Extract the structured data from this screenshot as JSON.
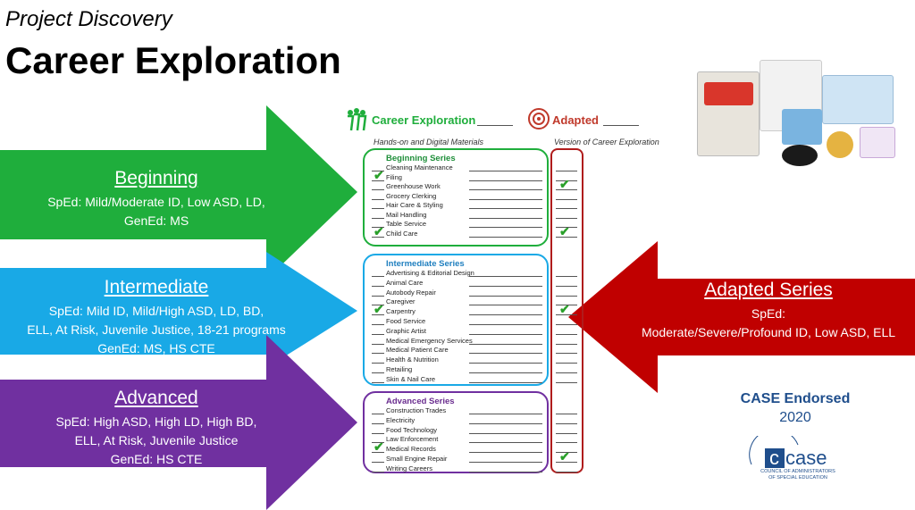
{
  "header": {
    "subtitle": "Project Discovery",
    "title": "Career Exploration"
  },
  "arrows": {
    "beginning": {
      "heading": "Beginning",
      "lines": [
        "SpEd: Mild/Moderate ID, Low ASD, LD,",
        "GenEd: MS"
      ],
      "color": "#1fae3c"
    },
    "intermediate": {
      "heading": "Intermediate",
      "lines": [
        "SpEd: Mild ID, Mild/High ASD, LD, BD,",
        "ELL, At Risk, Juvenile Justice, 18-21 programs",
        "GenEd: MS, HS CTE"
      ],
      "color": "#19a9e6"
    },
    "advanced": {
      "heading": "Advanced",
      "lines": [
        "SpEd: High ASD, High LD, High BD,",
        "ELL, At Risk, Juvenile Justice",
        "GenEd: HS CTE"
      ],
      "color": "#7030a0"
    },
    "adapted": {
      "heading": "Adapted Series",
      "lines": [
        "SpEd:",
        "Moderate/Severe/Profound ID, Low ASD, ELL"
      ],
      "color": "#c00000"
    }
  },
  "worksheet": {
    "left_heading": "Career Exploration",
    "left_sub": "Hands-on and Digital Materials",
    "right_heading": "Adapted",
    "right_sub": "Version of Career Exploration",
    "beginning": {
      "title": "Beginning Series",
      "items": [
        "Cleaning Maintenance",
        "Filing",
        "Greenhouse Work",
        "Grocery Clerking",
        "Hair Care & Styling",
        "Mail Handling",
        "Table Service",
        "Child Care"
      ]
    },
    "intermediate": {
      "title": "Intermediate Series",
      "items": [
        "Advertising & Editorial Design",
        "Animal Care",
        "Autobody Repair",
        "Caregiver",
        "Carpentry",
        "Food Service",
        "Graphic Artist",
        "Medical Emergency Services",
        "Medical Patient Care",
        "Health & Nutrition",
        "Retailing",
        "Skin & Nail Care"
      ]
    },
    "advanced": {
      "title": "Advanced Series",
      "items": [
        "Construction Trades",
        "Electricity",
        "Food Technology",
        "Law Enforcement",
        "Medical Records",
        "Small Engine Repair",
        "Writing Careers"
      ]
    }
  },
  "endorsement": {
    "title": "CASE Endorsed",
    "year": "2020",
    "logo_word": "case",
    "logo_sub1": "COUNCIL OF ADMINISTRATORS",
    "logo_sub2": "OF SPECIAL EDUCATION"
  }
}
